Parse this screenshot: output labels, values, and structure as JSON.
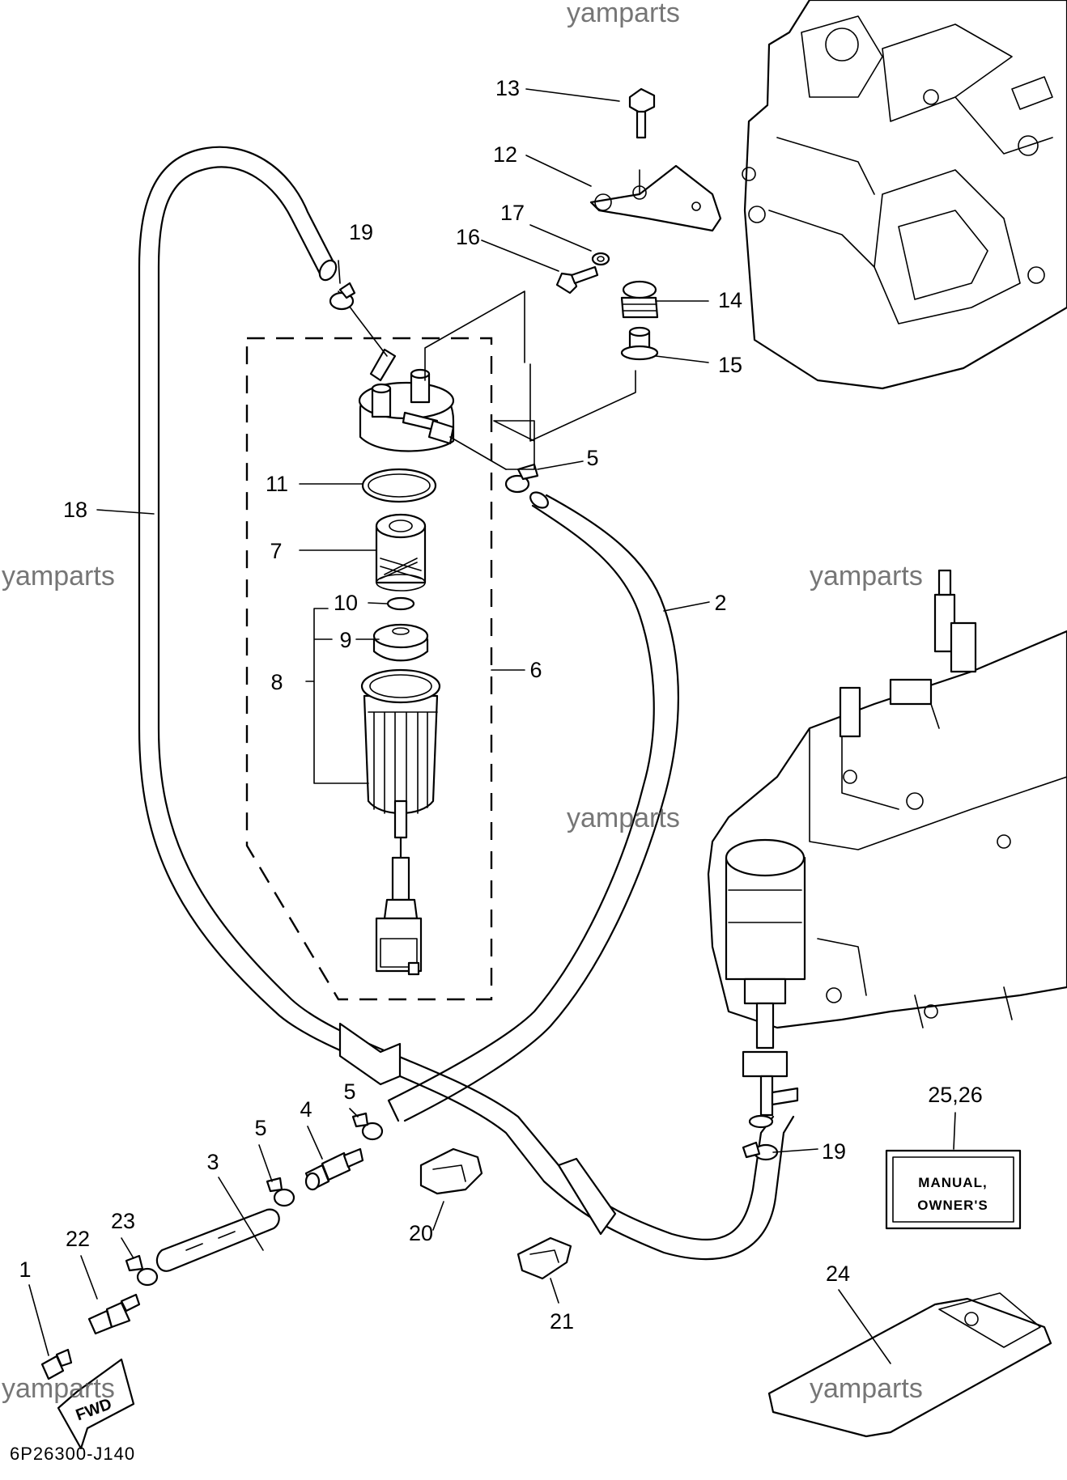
{
  "watermark": "yamparts",
  "diagram_code": "6P26300-J140",
  "fwd_label": "FWD",
  "manual_label": {
    "line1": "MANUAL,",
    "line2": "OWNER'S"
  },
  "callouts": {
    "c1": "1",
    "c2": "2",
    "c3": "3",
    "c4": "4",
    "c5a": "5",
    "c5b": "5",
    "c5c": "5",
    "c6": "6",
    "c7": "7",
    "c8": "8",
    "c9": "9",
    "c10": "10",
    "c11": "11",
    "c12": "12",
    "c13": "13",
    "c14": "14",
    "c15": "15",
    "c16": "16",
    "c17": "17",
    "c18": "18",
    "c19a": "19",
    "c19b": "19",
    "c20": "20",
    "c21": "21",
    "c22": "22",
    "c23": "23",
    "c24": "24",
    "c2526": "25,26"
  }
}
